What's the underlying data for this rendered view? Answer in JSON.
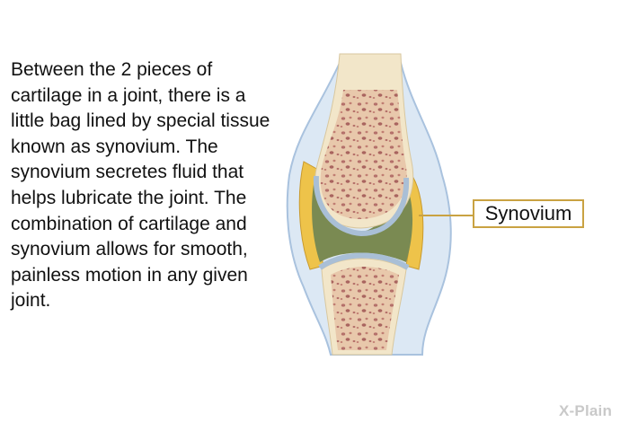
{
  "description": "Between the 2 pieces of cartilage in a joint, there is a little bag lined by special tissue known as synovium. The synovium secretes fluid that helps lubricate the joint. The combination of cartilage and synovium allows for smooth, painless motion in any given joint.",
  "label": "Synovium",
  "watermark": "X-Plain",
  "colors": {
    "bone_shaft": "#f2e6c9",
    "marrow": "#e6c1a3",
    "pores": "#b4706a",
    "capsule": "#dce8f4",
    "capsule_outline": "#a9c2de",
    "synovium_yellow": "#eec34a",
    "synovium_green": "#7a8a52",
    "cartilage_blue": "#a9bfd6",
    "label_border": "#c9a242"
  }
}
